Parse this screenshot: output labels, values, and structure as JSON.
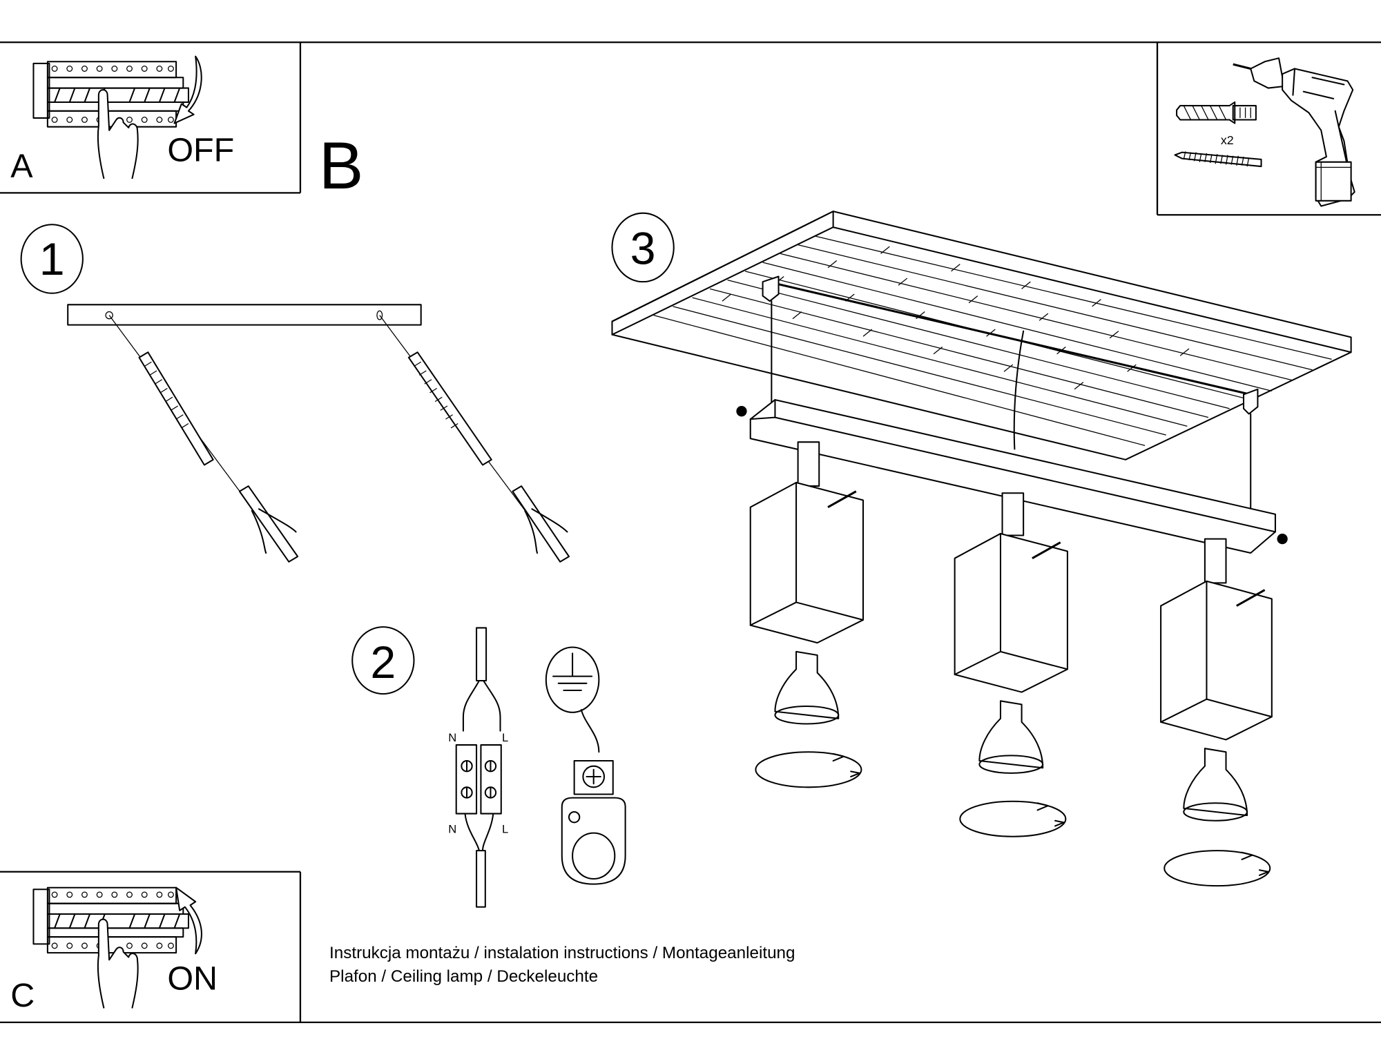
{
  "panels": {
    "a": {
      "letter": "A",
      "action": "OFF"
    },
    "b": {
      "letter": "B"
    },
    "c": {
      "letter": "C",
      "action": "ON"
    }
  },
  "steps": [
    {
      "number": "1"
    },
    {
      "number": "2",
      "wire_labels_top": [
        "N",
        "L"
      ],
      "wire_labels_bottom": [
        "N",
        "L"
      ]
    },
    {
      "number": "3"
    }
  ],
  "tools_box": {
    "quantity": "x2"
  },
  "caption": {
    "line1": "Instrukcja montażu / instalation instructions / Montageanleitung",
    "line2": "Plafon / Ceiling lamp / Deckeleuchte"
  },
  "icons": [
    "circuit-breaker-icon",
    "hand-pointer-icon",
    "arrow-down-icon",
    "arrow-up-icon",
    "drill-icon",
    "wall-plug-icon",
    "screw-icon",
    "ground-symbol-icon",
    "terminal-block-icon",
    "ground-terminal-icon",
    "bulb-icon",
    "rotate-arrow-icon"
  ]
}
